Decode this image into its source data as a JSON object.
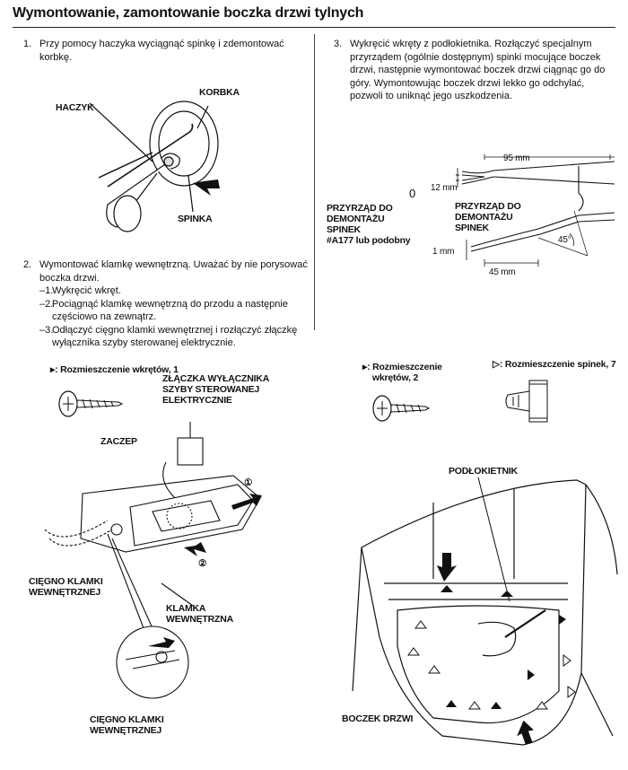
{
  "title": "Wymontowanie, zamontowanie boczka drzwi tylnych",
  "step1": {
    "num": "1.",
    "text": "Przy pomocy haczyka wyciągnąć spinkę i zdemontować korbkę.",
    "labels": {
      "korbka": "KORBKA",
      "haczyk": "HACZYK",
      "spinka": "SPINKA"
    }
  },
  "step2": {
    "num": "2.",
    "text": "Wymontować klamkę wewnętrzną. Uważać by nie porysować boczka drzwi.",
    "subs": [
      {
        "num": "–1.",
        "text": "Wykręcić wkręt."
      },
      {
        "num": "–2.",
        "text": "Pociągnąć klamkę wewnętrzną do przodu a następnie częściowo na zewnątrz."
      },
      {
        "num": "–3.",
        "text": "Odłączyć cięgno klamki wewnętrznej i rozłączyć złączkę wyłącznika szyby sterowanej elektrycznie."
      }
    ],
    "screw_legend": "▸: Rozmieszczenie wkrętów, 1",
    "labels": {
      "zlaczka": "ZŁĄCZKA WYŁĄCZNIKA\nSZYBY STEROWANEJ\nELEKTRYCZNIE",
      "zaczep": "ZACZEP",
      "ciegno1": "CIĘGNO KLAMKI\nWEWNĘTRZNEJ",
      "klamka": "KLAMKA\nWEWNĘTRZNA",
      "ciegno2": "CIĘGNO KLAMKI\nWEWNĘTRZNEJ",
      "c1": "①",
      "c2": "②"
    }
  },
  "step3": {
    "num": "3.",
    "text": "Wykręcić wkręty z podłokietnika. Rozłączyć specjalnym przyrządem (ogólnie dostępnym) spinki mocujące boczek drzwi, następnie wymontować boczek drzwi ciągnąc go do góry. Wymontowując boczek drzwi lekko go odchylać, pozwoli to uniknąć jego uszkodzenia.",
    "labels": {
      "przyrzad_left": "PRZYRZĄD DO\nDEMONTAŻU\nSPINEK\n#A177 lub podobny",
      "przyrzad_right": "PRZYRZĄD DO\nDEMONTAŻU\nSPINEK",
      "dim95": "95 mm",
      "dim12": "12 mm",
      "dim0": "0",
      "dim45mm": "45 mm",
      "dim1": "1 mm",
      "deg45": "45°",
      "screw_legend": "▸: Rozmieszczenie\n    wkrętów, 2",
      "clip_legend": "▷: Rozmieszczenie spinek, 7",
      "podlokietnik": "PODŁOKIETNIK",
      "boczek": "BOCZEK DRZWI"
    }
  }
}
